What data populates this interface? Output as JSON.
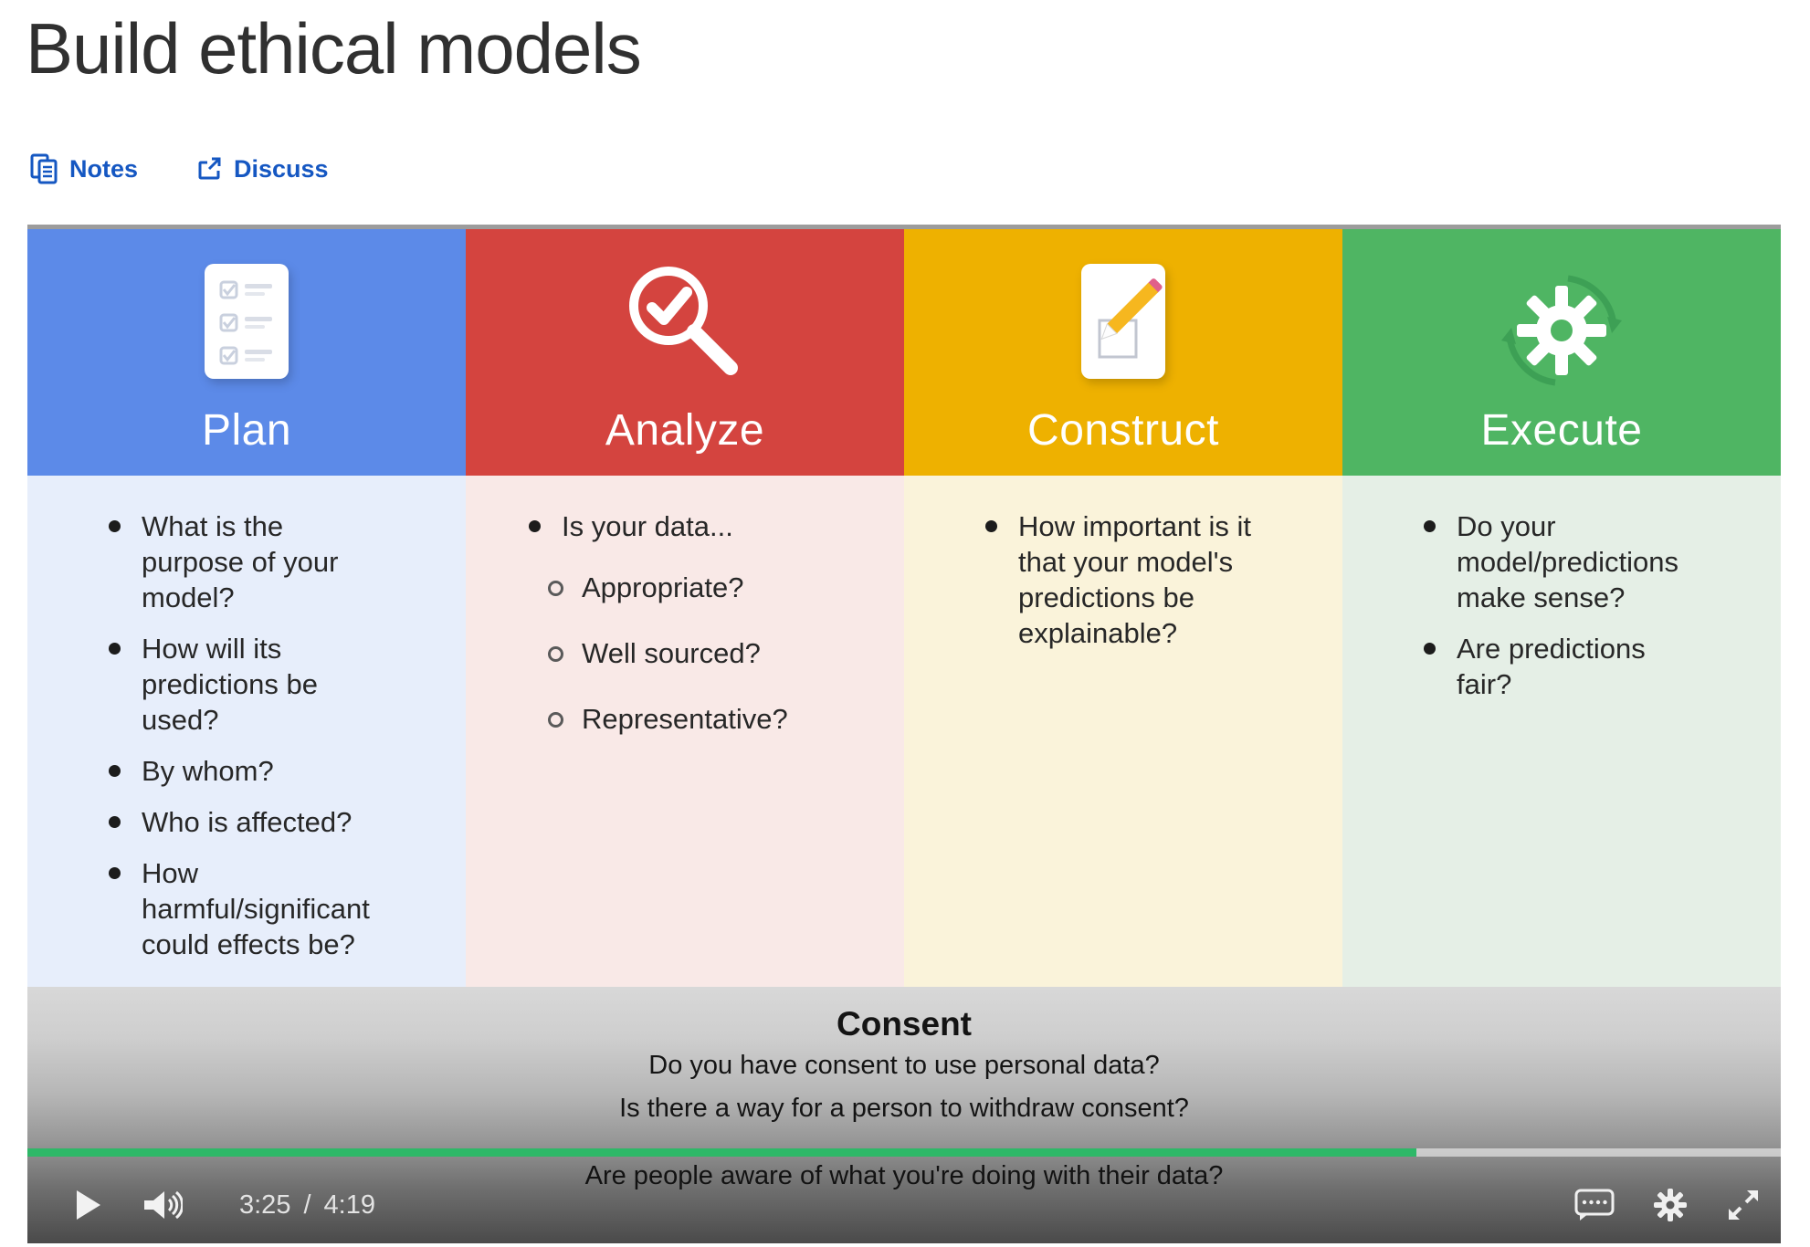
{
  "page": {
    "title": "Build ethical models"
  },
  "toolbar": {
    "notes_label": "Notes",
    "discuss_label": "Discuss"
  },
  "slide": {
    "columns": [
      {
        "label": "Plan",
        "icon": "checklist-icon",
        "header_color": "#5c8ae8",
        "body_color": "#e7eefb",
        "bullets": [
          "What is the purpose of your model?",
          "How will its predictions be used?",
          "By whom?",
          "Who is affected?",
          "How harmful/significant could effects be?"
        ]
      },
      {
        "label": "Analyze",
        "icon": "magnifier-check-icon",
        "header_color": "#d4443f",
        "body_color": "#f9e9e7",
        "bullets": [
          "Is your data..."
        ],
        "sub_bullets": [
          "Appropriate?",
          "Well sourced?",
          "Representative?"
        ]
      },
      {
        "label": "Construct",
        "icon": "pencil-checkbox-icon",
        "header_color": "#eeb100",
        "body_color": "#faf3da",
        "bullets": [
          "How important is it that your model's predictions be explainable?"
        ]
      },
      {
        "label": "Execute",
        "icon": "gear-cycle-icon",
        "header_color": "#4fb563",
        "body_color": "#e5efe6",
        "bullets": [
          "Do your model/predictions make sense?",
          "Are predictions fair?"
        ]
      }
    ],
    "consent": {
      "title": "Consent",
      "lines": [
        "Do you have consent to use personal data?",
        "Is there a way for a person to withdraw consent?",
        "Are people aware of what you're doing with their data?"
      ]
    }
  },
  "player": {
    "current_time": "3:25",
    "time_separator": "/",
    "duration": "4:19",
    "progress_percent": 79.2,
    "progress_style": "width:79.2%",
    "progress_color": "#2eb868",
    "controls": {
      "play": "play-icon",
      "volume": "volume-icon",
      "captions": "captions-icon",
      "settings": "gear-icon",
      "fullscreen": "fullscreen-icon"
    }
  },
  "colors": {
    "link_blue": "#1557c2",
    "plan_header": "#5c8ae8",
    "analyze_header": "#d4443f",
    "construct_header": "#eeb100",
    "execute_header": "#4fb563",
    "plan_body": "#e7eefb",
    "analyze_body": "#f9e9e7",
    "construct_body": "#faf3da",
    "execute_body": "#e5efe6",
    "progress_green": "#2eb868"
  }
}
